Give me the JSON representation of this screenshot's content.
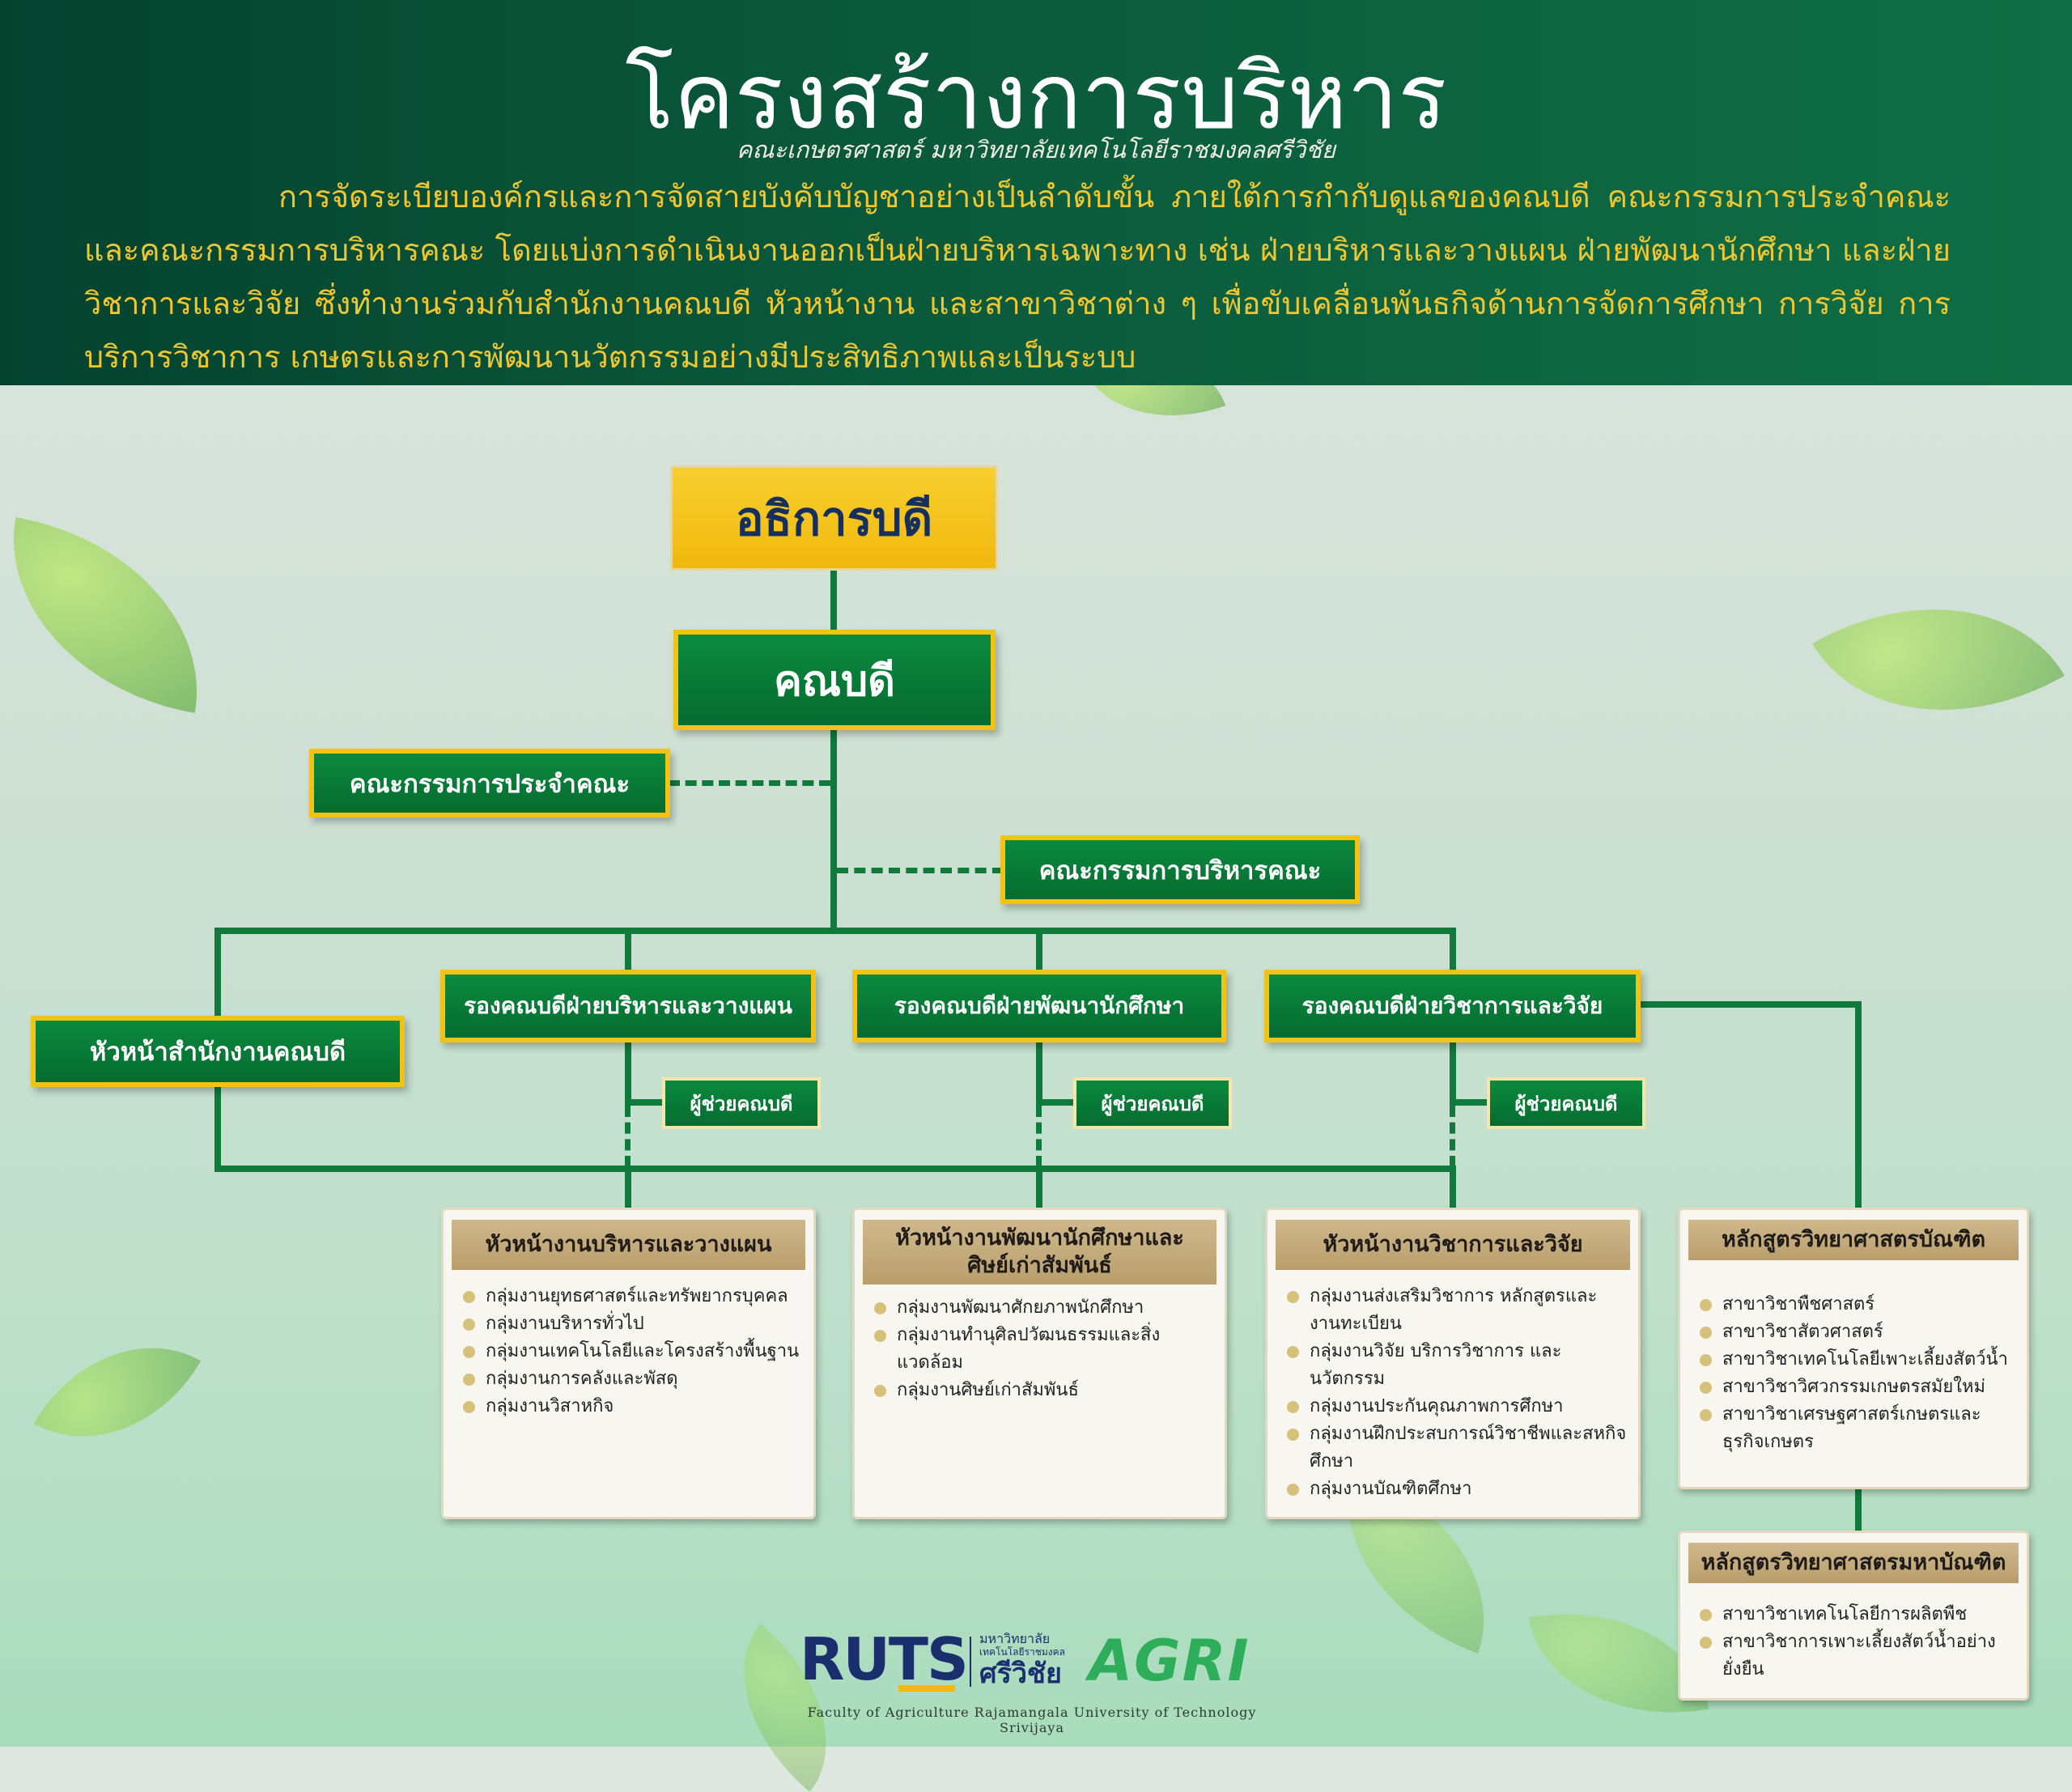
{
  "header": {
    "title": "โครงสร้างการบริหาร",
    "subtitle": "คณะเกษตรศาสตร์ มหาวิทยาลัยเทคโนโลยีราชมงคลศรีวิชัย",
    "description": "การจัดระเบียบองค์กรและการจัดสายบังคับบัญชาอย่างเป็นลำดับขั้น ภายใต้การกำกับดูแลของคณบดี คณะกรรมการประจำคณะ และคณะกรรมการบริหารคณะ โดยแบ่งการดำเนินงานออกเป็นฝ่ายบริหารเฉพาะทาง เช่น ฝ่ายบริหารและวางแผน ฝ่ายพัฒนานักศึกษา และฝ่ายวิชาการและวิจัย ซึ่งทำงานร่วมกับสำนักงานคณบดี หัวหน้างาน และสาขาวิชาต่าง ๆ เพื่อขับเคลื่อนพันธกิจด้านการจัดการศึกษา การวิจัย การบริการวิชาการ เกษตรและการพัฒนานวัตกรรมอย่างมีประสิทธิภาพและเป็นระบบ"
  },
  "org": {
    "president": "อธิการบดี",
    "dean": "คณบดี",
    "faculty_committee": "คณะกรรมการประจำคณะ",
    "executive_committee": "คณะกรรมการบริหารคณะ",
    "office_head": "หัวหน้าสำนักงานคณบดี",
    "vice_deans": [
      {
        "title": "รองคณบดีฝ่ายบริหารและวางแผน",
        "assistant": "ผู้ช่วยคณบดี"
      },
      {
        "title": "รองคณบดีฝ่ายพัฒนานักศึกษา",
        "assistant": "ผู้ช่วยคณบดี"
      },
      {
        "title": "รองคณบดีฝ่ายวิชาการและวิจัย",
        "assistant": "ผู้ช่วยคณบดี"
      }
    ]
  },
  "cards": [
    {
      "title": "หัวหน้างานบริหารและวางแผน",
      "items": [
        "กลุ่มงานยุทธศาสตร์และทรัพยากรบุคคล",
        "กลุ่มงานบริหารทั่วไป",
        "กลุ่มงานเทคโนโลยีและโครงสร้างพื้นฐาน",
        "กลุ่มงานการคลังและพัสดุ",
        "กลุ่มงานวิสาหกิจ"
      ]
    },
    {
      "title": "หัวหน้างานพัฒนานักศึกษาและศิษย์เก่าสัมพันธ์",
      "items": [
        "กลุ่มงานพัฒนาศักยภาพนักศึกษา",
        "กลุ่มงานทำนุศิลปวัฒนธรรมและสิ่งแวดล้อม",
        "กลุ่มงานศิษย์เก่าสัมพันธ์"
      ]
    },
    {
      "title": "หัวหน้างานวิชาการและวิจัย",
      "items": [
        "กลุ่มงานส่งเสริมวิชาการ หลักสูตรและงานทะเบียน",
        "กลุ่มงานวิจัย บริการวิชาการ และนวัตกรรม",
        "กลุ่มงานประกันคุณภาพการศึกษา",
        "กลุ่มงานฝึกประสบการณ์วิชาชีพและสหกิจศึกษา",
        "กลุ่มงานบัณฑิตศึกษา"
      ]
    },
    {
      "title": "หลักสูตรวิทยาศาสตรบัณฑิต",
      "items": [
        "สาขาวิชาพืชศาสตร์",
        "สาขาวิชาสัตวศาสตร์",
        "สาขาวิชาเทคโนโลยีเพาะเลี้ยงสัตว์น้ำ",
        "สาขาวิชาวิศวกรรมเกษตรสมัยใหม่",
        "สาขาวิชาเศรษฐศาสตร์เกษตรและธุรกิจเกษตร"
      ]
    },
    {
      "title": "หลักสูตรวิทยาศาสตรมหาบัณฑิต",
      "items": [
        "สาขาวิชาเทคโนโลยีการผลิตพืช",
        "สาขาวิชาการเพาะเลี้ยงสัตว์น้ำอย่างยั่งยืน"
      ]
    }
  ],
  "footer": {
    "rus_logo": "RUTS",
    "univ_line1": "มหาวิทยาลัย",
    "univ_line2": "เทคโนโลยีราชมงคล",
    "univ_line3": "ศรีวิชัย",
    "agri_logo": "AGRI",
    "caption": "Faculty of Agriculture Rajamangala University of Technology Srivijaya",
    "colors": {
      "navy": "#1b2f6e",
      "gold": "#f2b80d",
      "green": "#2eae5a"
    }
  }
}
